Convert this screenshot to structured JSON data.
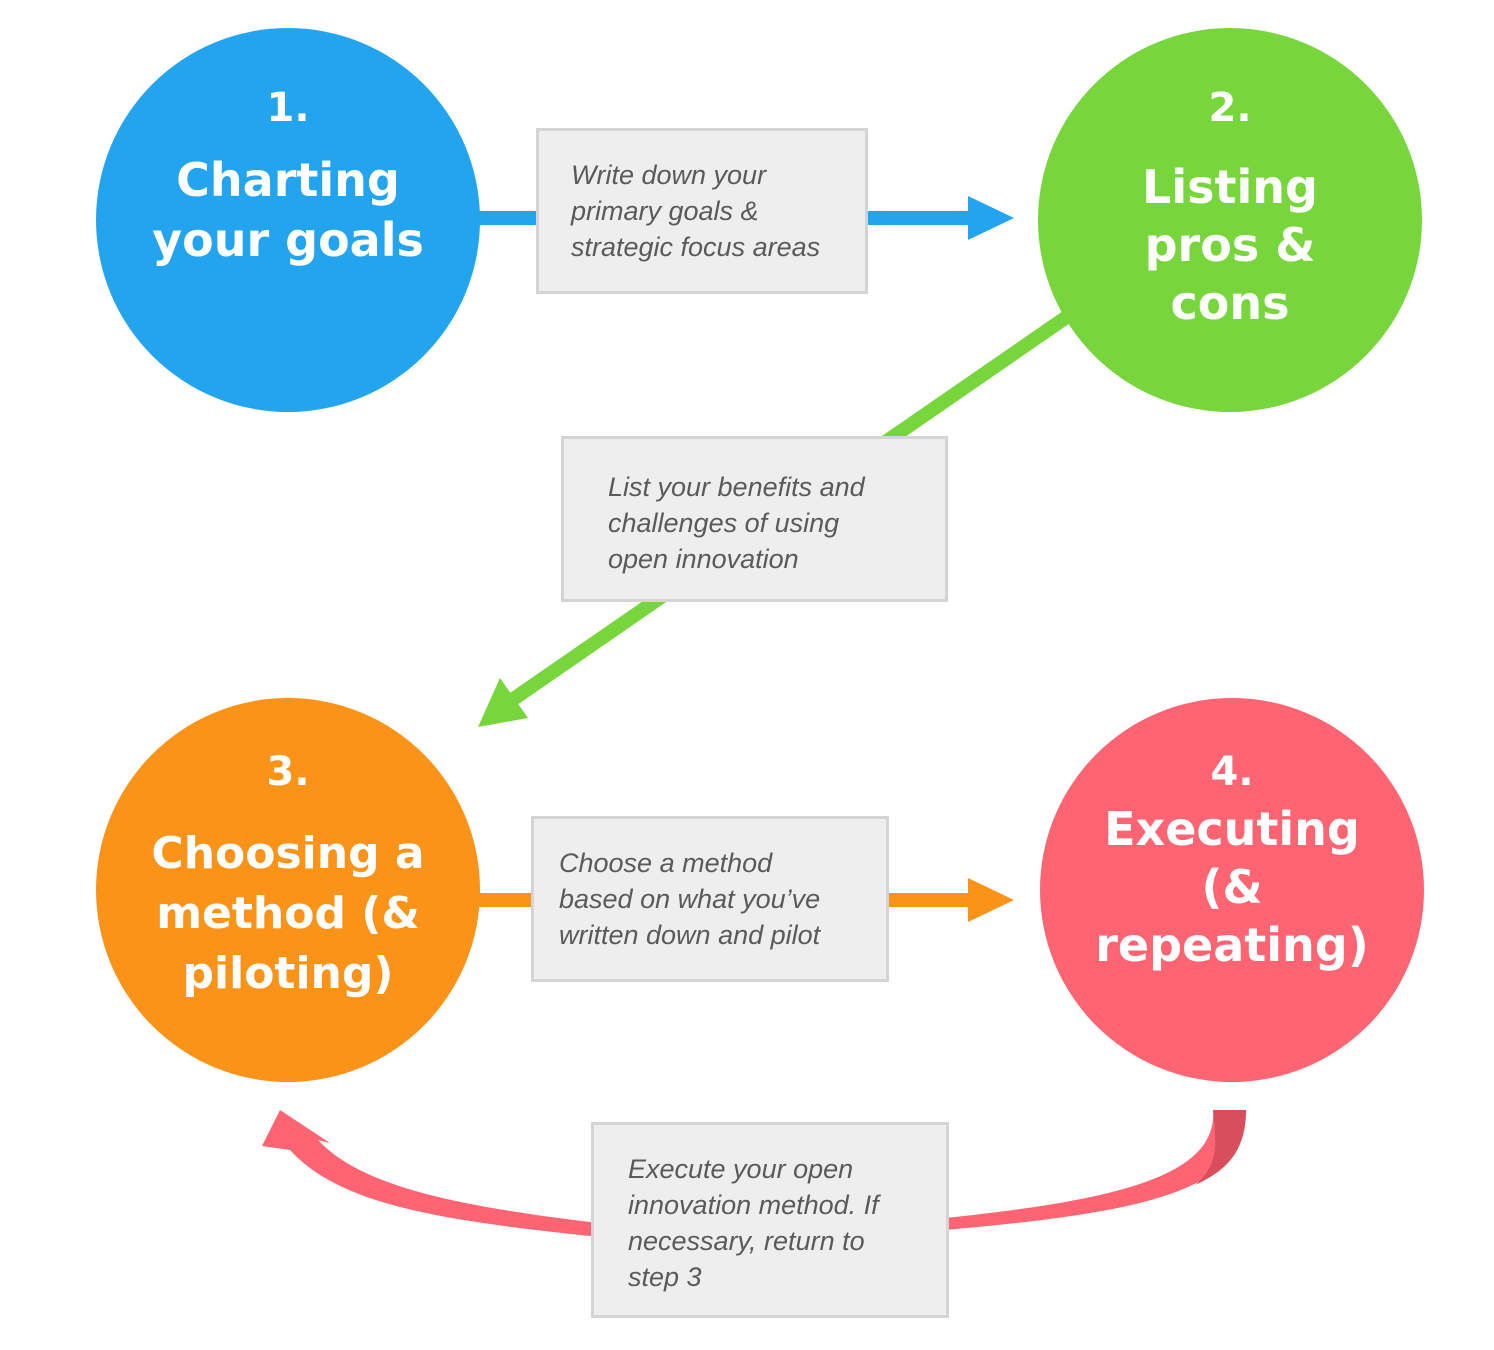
{
  "colors": {
    "step1": "#22a5ee",
    "step2": "#78d63d",
    "step3": "#fb9319",
    "step4": "#fe6472"
  },
  "steps": [
    {
      "number": "1.",
      "title": "Charting\nyour goals"
    },
    {
      "number": "2.",
      "title": "Listing\npros &\ncons"
    },
    {
      "number": "3.",
      "title": "Choosing a\nmethod (&\npiloting)"
    },
    {
      "number": "4.",
      "title": "Executing\n(&\nrepeating)"
    }
  ],
  "notes": [
    {
      "text": "Write down your\nprimary goals &\nstrategic focus areas"
    },
    {
      "text": "List your benefits and\nchallenges of using\nopen innovation"
    },
    {
      "text": "Choose a method\nbased on what you’ve\nwritten down and pilot"
    },
    {
      "text": "Execute your open\ninnovation method. If\nnecessary, return to\nstep 3"
    }
  ]
}
